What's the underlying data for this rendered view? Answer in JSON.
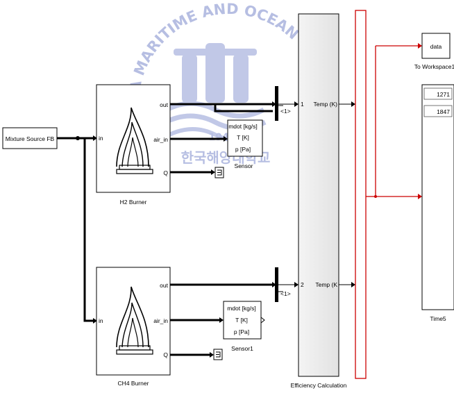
{
  "watermark": {
    "arc_text": "KOREA MARITIME AND OCEAN UNIVERSITY",
    "year": "1945",
    "hangul": "한국해양대학교"
  },
  "blocks": {
    "mixture_source": {
      "label": "Mixture Source  FB"
    },
    "h2_burner": {
      "name": "H2 Burner",
      "port_in": "in",
      "port_out": "out",
      "port_air": "air_in",
      "port_q": "Q"
    },
    "ch4_burner": {
      "name": "CH4 Burner",
      "port_in": "in",
      "port_out": "out",
      "port_air": "air_in",
      "port_q": "Q"
    },
    "sensor": {
      "name": "Sensor",
      "line1": "mdot [kg/s]",
      "line2": "T [K]",
      "line3": "p [Pa]"
    },
    "sensor1": {
      "name": "Sensor1",
      "line1": "mdot [kg/s]",
      "line2": "T [K]",
      "line3": "p [Pa]"
    },
    "selector_top": {
      "label": "<1>"
    },
    "selector_bottom": {
      "label": "<1>"
    },
    "efficiency": {
      "name": "Efficiency Calculation",
      "in1": "1",
      "in2": "2",
      "out1": "Temp (K)",
      "out2": "Temp (K"
    },
    "to_workspace": {
      "value": "data",
      "name": "To Workspace1"
    },
    "display": {
      "name": "Time5",
      "value1": "1271",
      "value2": "1847"
    }
  },
  "colors": {
    "signal_red": "#cc0000",
    "efficiency_fill": "#ececec",
    "watermark": "#b7bfe3"
  }
}
